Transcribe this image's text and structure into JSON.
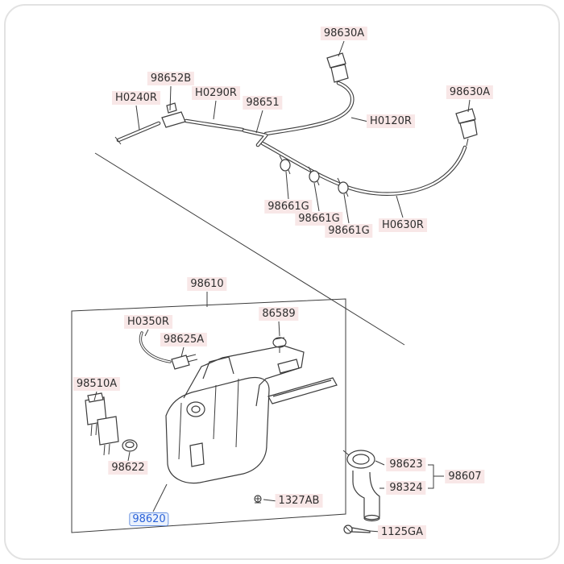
{
  "colors": {
    "label_bg": "#f8e7e7",
    "label_text": "#2e2e2e",
    "highlight_text": "#2b62d9",
    "highlight_bg": "#eaf1fc",
    "highlight_border": "#6b93e0",
    "line_color": "#3c3c3c",
    "frame_border": "#e2e2e2"
  },
  "diagram": {
    "labels": [
      {
        "text": "98630A"
      },
      {
        "text": "98652B"
      },
      {
        "text": "H0240R"
      },
      {
        "text": "H0290R"
      },
      {
        "text": "98651"
      },
      {
        "text": "H0120R"
      },
      {
        "text": "98630A"
      },
      {
        "text": "98661G"
      },
      {
        "text": "98661G"
      },
      {
        "text": "98661G"
      },
      {
        "text": "H0630R"
      },
      {
        "text": "98610"
      },
      {
        "text": "H0350R"
      },
      {
        "text": "98625A"
      },
      {
        "text": "86589"
      },
      {
        "text": "98510A"
      },
      {
        "text": "98622"
      },
      {
        "text": "98620",
        "highlighted": true
      },
      {
        "text": "98623"
      },
      {
        "text": "98324"
      },
      {
        "text": "98607"
      },
      {
        "text": "1327AB"
      },
      {
        "text": "1125GA"
      }
    ]
  }
}
